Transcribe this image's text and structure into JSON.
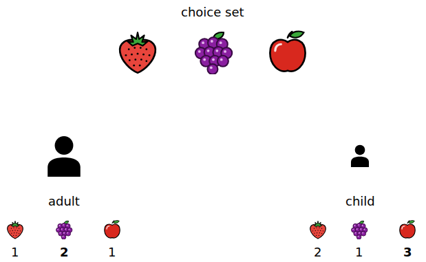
{
  "diagram": {
    "title": "choice set",
    "labels": [
      "adult",
      "1",
      "2",
      "1",
      "child",
      "2",
      "1",
      "3"
    ]
  }
}
